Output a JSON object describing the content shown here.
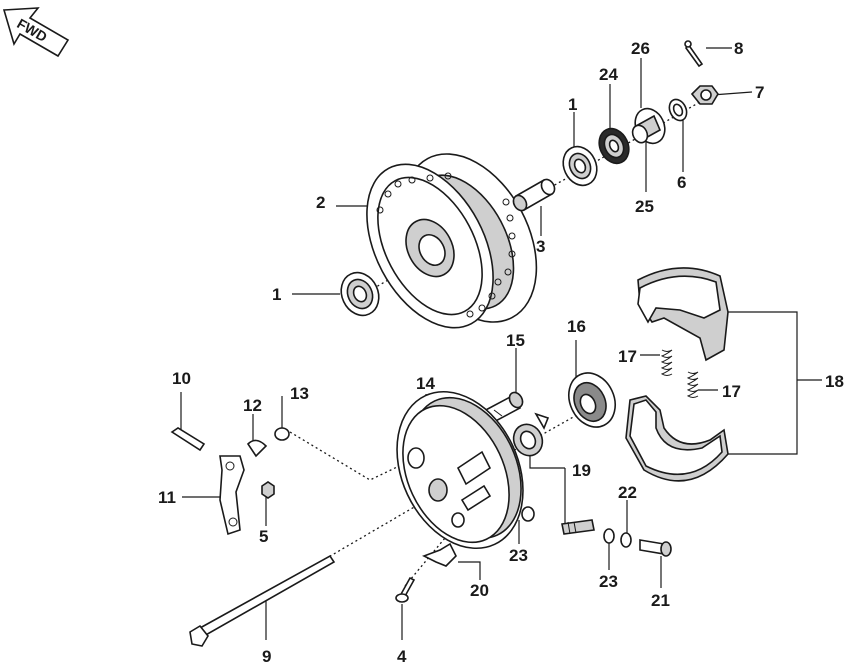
{
  "badge": {
    "text": "FWD"
  },
  "callouts": {
    "c1a": "1",
    "c1b": "1",
    "c2": "2",
    "c3": "3",
    "c4": "4",
    "c5": "5",
    "c6": "6",
    "c7": "7",
    "c8": "8",
    "c9": "9",
    "c10": "10",
    "c11": "11",
    "c12": "12",
    "c13": "13",
    "c14": "14",
    "c15": "15",
    "c16": "16",
    "c17a": "17",
    "c17b": "17",
    "c18": "18",
    "c19": "19",
    "c20": "20",
    "c21": "21",
    "c22": "22",
    "c23a": "23",
    "c23b": "23",
    "c24": "24",
    "c25": "25",
    "c26": "26"
  }
}
